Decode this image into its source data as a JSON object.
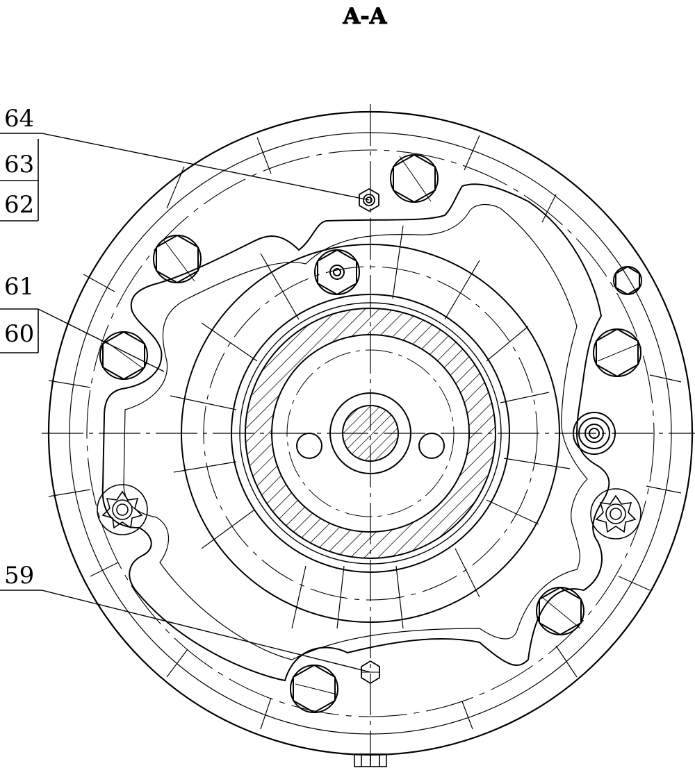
{
  "drawing": {
    "section_title": "A-A",
    "callouts": {
      "c64": "64",
      "c63": "63",
      "c62": "62",
      "c61": "61",
      "c60": "60",
      "c59": "59"
    }
  }
}
